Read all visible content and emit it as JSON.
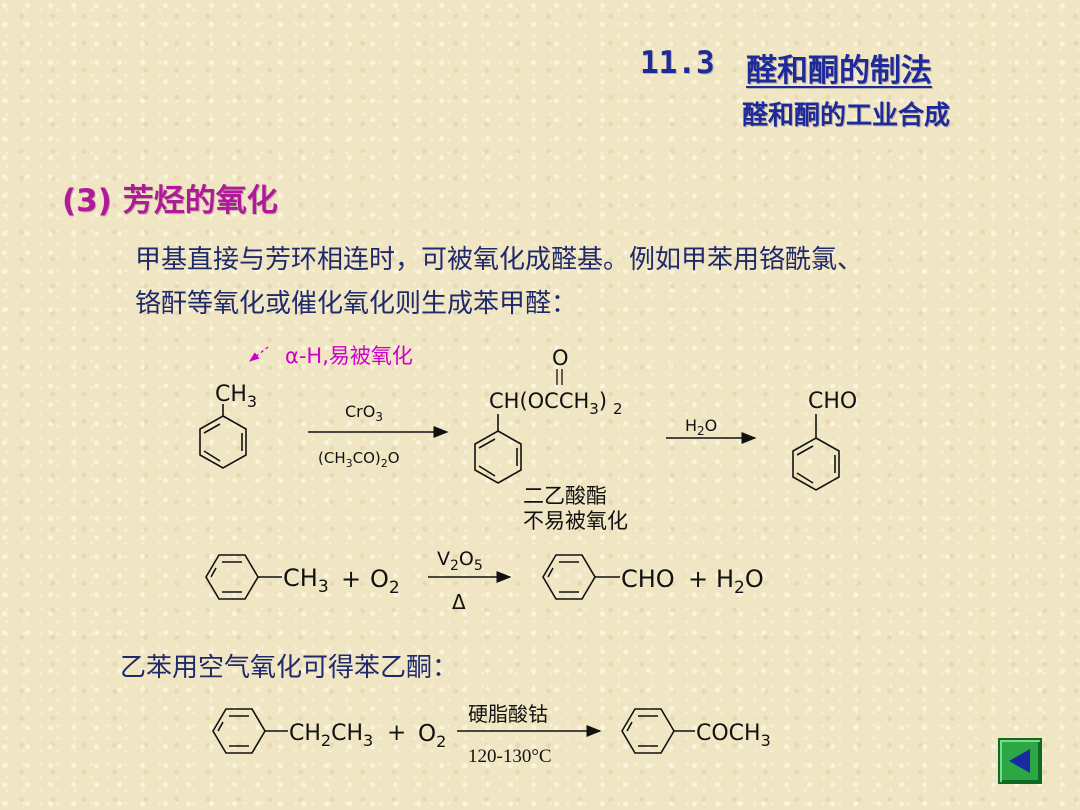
{
  "header": {
    "number": "11.3",
    "title": "醛和酮的制法",
    "subtitle": "醛和酮的工业合成"
  },
  "section": {
    "title": "(3) 芳烃的氧化"
  },
  "paragraph": {
    "line1": "甲基直接与芳环相连时，可被氧化成醛基。例如甲苯用铬酰氯、",
    "line2": "铬酐等氧化或催化氧化则生成苯甲醛："
  },
  "reaction1": {
    "annotation": "α-H,易被氧化",
    "start_group": "CH3",
    "reagent_top": "CrO3",
    "reagent_bottom": "(CH3CO)2O",
    "intermediate_o": "O",
    "intermediate": "CH(OCCH3)2",
    "step2_reagent": "H2O",
    "product": "CHO",
    "note_line1": "二乙酸酯",
    "note_line2": "不易被氧化"
  },
  "reaction2": {
    "reactant": "CH3",
    "plus1": "+",
    "oxidant": "O2",
    "catalyst": "V2O5",
    "condition": "Δ",
    "product": "CHO",
    "plus2": "+",
    "byproduct": "H2O"
  },
  "paragraph2": "乙苯用空气氧化可得苯乙酮：",
  "reaction3": {
    "reactant": "CH2CH3",
    "plus": "+",
    "oxidant": "O2",
    "catalyst": "硬脂酸钴",
    "temperature": "120-130°C",
    "product": "COCH3"
  },
  "nav": {
    "icon": "triangle-left-icon",
    "color": "#2ba845"
  }
}
